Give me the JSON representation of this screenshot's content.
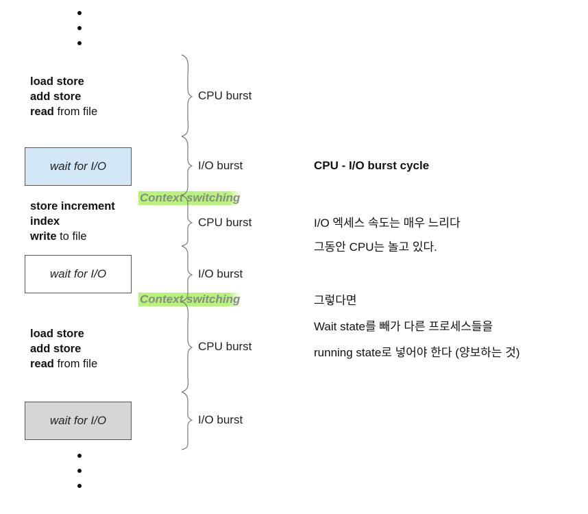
{
  "colors": {
    "wait_box_1": "#d3e8f7",
    "wait_box_2": "#ffffff",
    "wait_box_3": "#d6d6d6",
    "context_highlight": "#b7f27a",
    "context_text": "#8a8a8a"
  },
  "segments": [
    {
      "lines": [
        {
          "bold": "load store",
          "rest": ""
        },
        {
          "bold": "add store",
          "rest": ""
        },
        {
          "bold": "read",
          "rest": " from file"
        }
      ],
      "burst_label": "CPU burst"
    },
    {
      "wait_label": "wait for I/O",
      "burst_label": "I/O burst"
    },
    {
      "context_label": "Context switching"
    },
    {
      "lines": [
        {
          "bold": "store increment",
          "rest": ""
        },
        {
          "bold": "index",
          "rest": ""
        },
        {
          "bold": "write",
          "rest": " to file"
        }
      ],
      "burst_label": "CPU burst"
    },
    {
      "wait_label": "wait for I/O",
      "burst_label": "I/O burst"
    },
    {
      "context_label": "Context switching"
    },
    {
      "lines": [
        {
          "bold": "load store",
          "rest": ""
        },
        {
          "bold": "add store",
          "rest": ""
        },
        {
          "bold": "read",
          "rest": " from file"
        }
      ],
      "burst_label": "CPU burst"
    },
    {
      "wait_label": "wait for I/O",
      "burst_label": "I/O burst"
    }
  ],
  "notes": {
    "title": "CPU - I/O burst cycle",
    "line1": "I/O 엑세스 속도는 매우 느리다",
    "line2": "그동안 CPU는 놀고 있다.",
    "line3": "그렇다면",
    "line4": "Wait state를 빼가 다른 프로세스들을",
    "line5": "running state로 넣어야 한다 (양보하는 것)"
  }
}
